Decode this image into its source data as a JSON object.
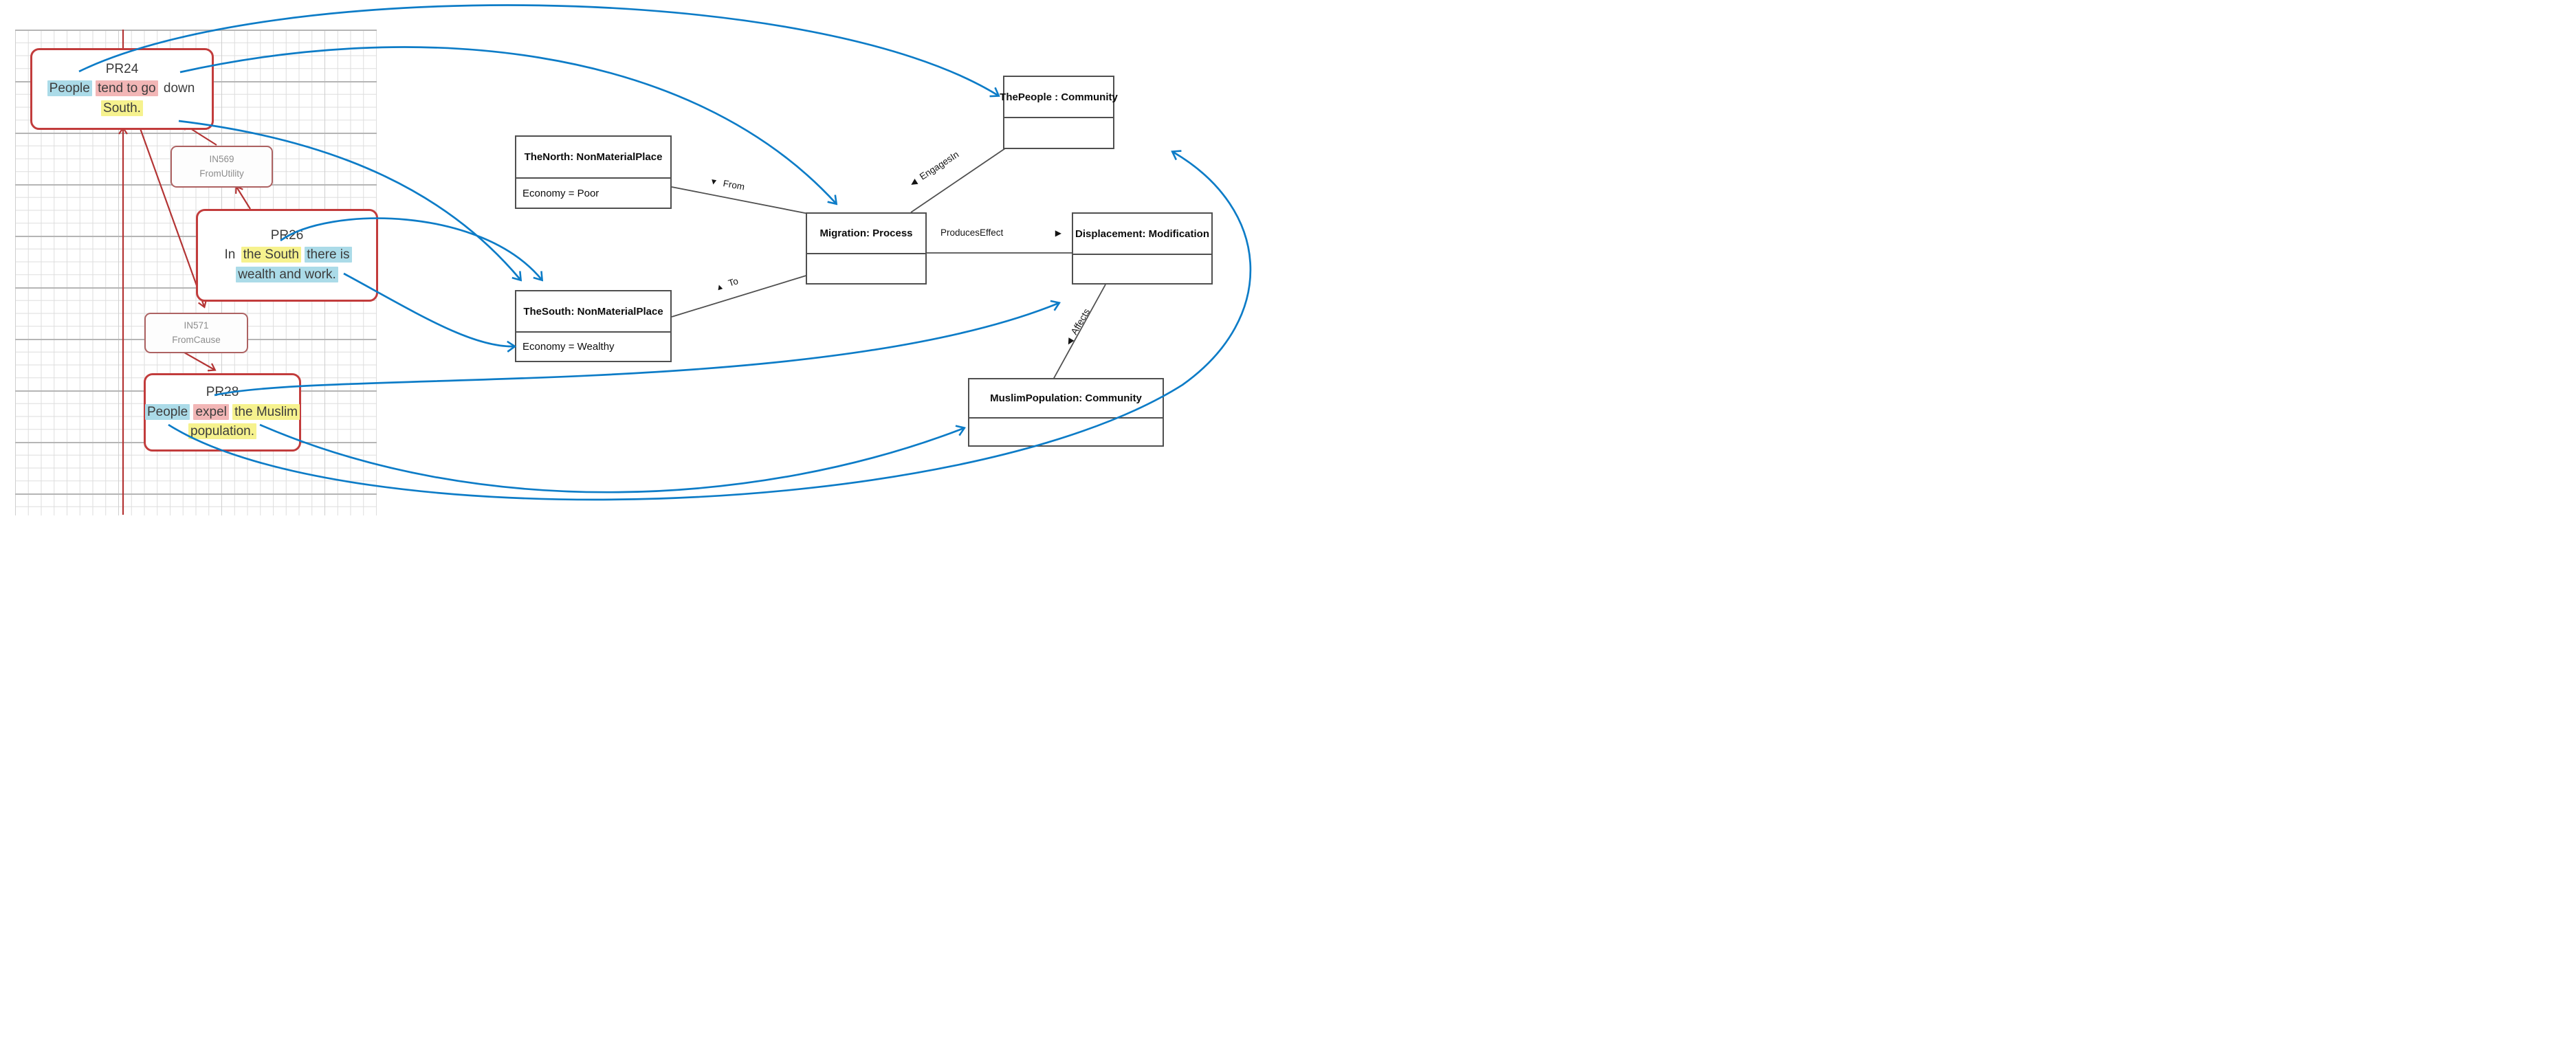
{
  "palette": {
    "annotation_border_red": "#c23c3c",
    "relation_line_red": "#b33434",
    "model_line_black": "#4f4f4f",
    "link_arrow_blue": "#0d7cc7",
    "highlight_cyan": "#abdbe8",
    "highlight_pink": "#f2b6b6",
    "highlight_yellow": "#f6f28e"
  },
  "annotations": {
    "pr24": {
      "id": "PR24",
      "lines": [
        [
          {
            "text": "People",
            "highlight": "cyan"
          },
          {
            "text": "tend to go",
            "highlight": "pink"
          },
          {
            "text": "down",
            "highlight": "none"
          }
        ],
        [
          {
            "text": "South.",
            "highlight": "yellow"
          }
        ]
      ]
    },
    "pr26": {
      "id": "PR26",
      "lines": [
        [
          {
            "text": "In",
            "highlight": "none"
          },
          {
            "text": "the South",
            "highlight": "yellow"
          },
          {
            "text": "there is",
            "highlight": "cyan"
          }
        ],
        [
          {
            "text": "wealth and work.",
            "highlight": "cyan"
          }
        ]
      ]
    },
    "pr28": {
      "id": "PR28",
      "lines": [
        [
          {
            "text": "People",
            "highlight": "cyan"
          },
          {
            "text": "expel",
            "highlight": "pink"
          },
          {
            "text": "the Muslim",
            "highlight": "yellow"
          }
        ],
        [
          {
            "text": "population.",
            "highlight": "yellow"
          }
        ]
      ]
    },
    "in569": {
      "id": "IN569",
      "type": "FromUtility"
    },
    "in571": {
      "id": "IN571",
      "type": "FromCause"
    }
  },
  "entities": {
    "the_north": {
      "title": "TheNorth: NonMaterialPlace",
      "attribute": "Economy = Poor"
    },
    "the_south": {
      "title": "TheSouth: NonMaterialPlace",
      "attribute": "Economy = Wealthy"
    },
    "migration": {
      "title": "Migration: Process",
      "attribute": ""
    },
    "the_people": {
      "title": "ThePeople : Community",
      "attribute": ""
    },
    "displacement": {
      "title": "Displacement: Modification",
      "attribute": ""
    },
    "muslim_population": {
      "title": "MuslimPopulation: Community",
      "attribute": ""
    }
  },
  "relations": {
    "from": {
      "label": "From",
      "glyph": "▼"
    },
    "to": {
      "label": "To",
      "glyph": "▲"
    },
    "engages_in": {
      "label": "EngagesIn",
      "glyph": "◀"
    },
    "produces_effect": {
      "label": "ProducesEffect",
      "glyph": "▶"
    },
    "affects": {
      "label": "Affects",
      "glyph": "◀"
    }
  },
  "annotation_links": [
    {
      "from": "IN569",
      "to": "PR24"
    },
    {
      "from": "PR26",
      "to": "IN569"
    },
    {
      "from": "PR24",
      "to": "IN571"
    },
    {
      "from": "IN571",
      "to": "PR28"
    }
  ],
  "text_to_model_links": [
    {
      "source": "PR24 'People'",
      "target": "ThePeople : Community"
    },
    {
      "source": "PR24 'tend to go'",
      "target": "Migration: Process"
    },
    {
      "source": "PR24 'South.'",
      "target": "TheSouth: NonMaterialPlace"
    },
    {
      "source": "PR26 'the South'",
      "target": "TheSouth: NonMaterialPlace"
    },
    {
      "source": "PR26 'wealth and work.'",
      "target": "Economy = Wealthy"
    },
    {
      "source": "PR28 'expel'",
      "target": "Displacement: Modification"
    },
    {
      "source": "PR28 'People'",
      "target": "ThePeople : Community"
    },
    {
      "source": "PR28 'population.'",
      "target": "MuslimPopulation: Community"
    }
  ]
}
